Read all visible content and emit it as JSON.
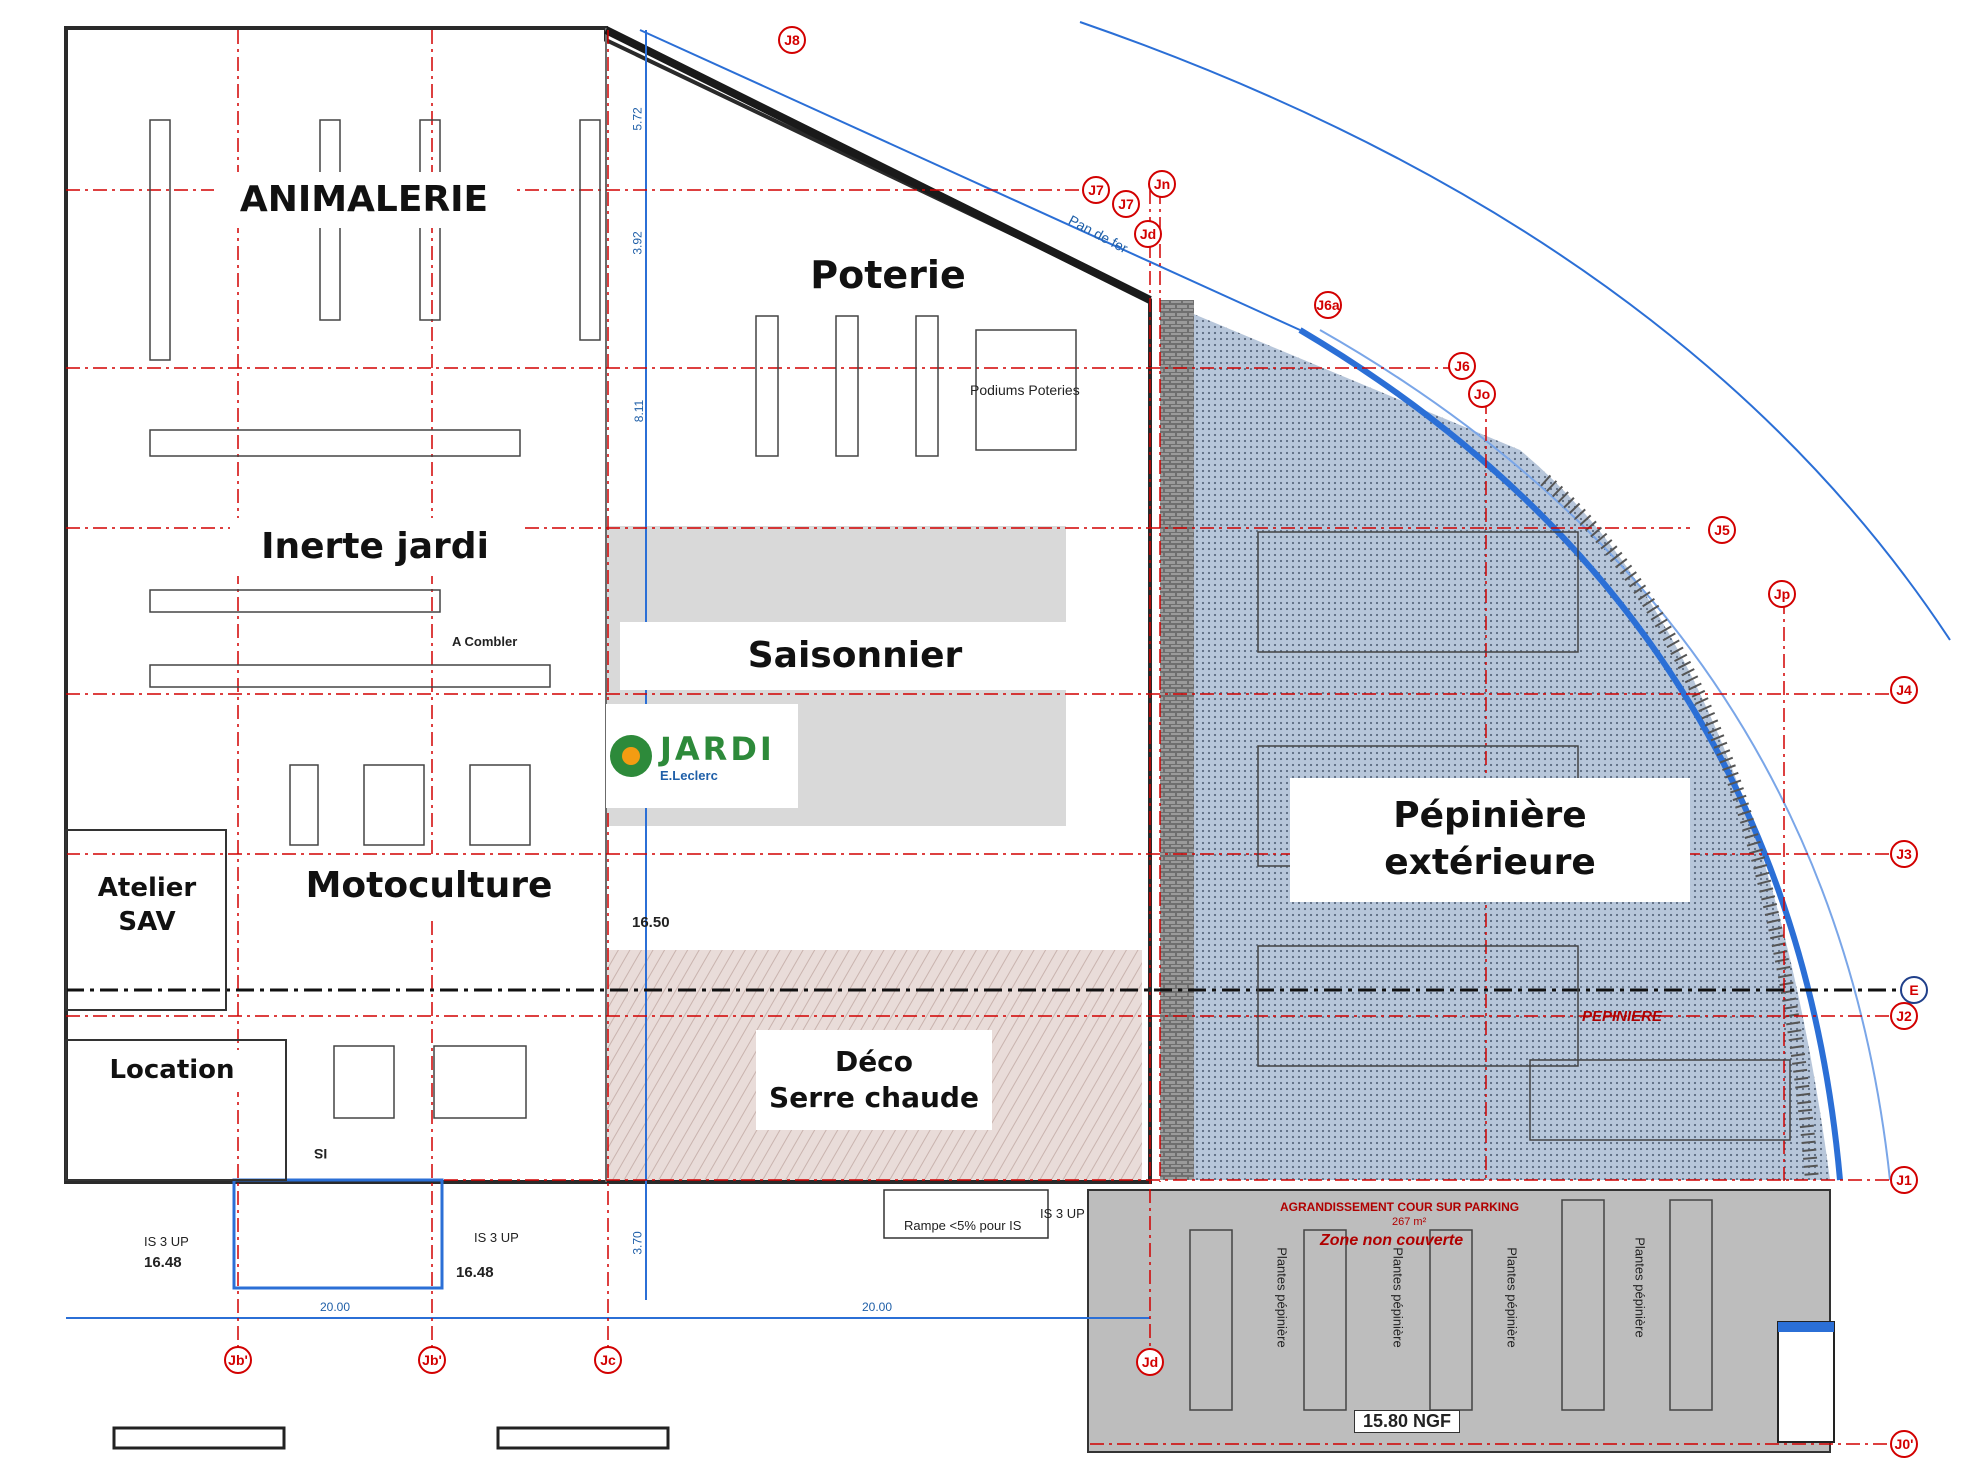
{
  "zones": [
    {
      "id": "animalerie",
      "label": "ANIMALERIE"
    },
    {
      "id": "poterie",
      "label": "Poterie"
    },
    {
      "id": "inerte",
      "label": "Inerte jardi"
    },
    {
      "id": "saisonnier",
      "label": "Saisonnier"
    },
    {
      "id": "motoculture",
      "label": "Motoculture"
    },
    {
      "id": "atelier",
      "label": "Atelier\nSAV"
    },
    {
      "id": "location",
      "label": "Location"
    },
    {
      "id": "deco",
      "label": "Déco\nSerre chaude"
    },
    {
      "id": "pepiniere",
      "label": "Pépinière\nextérieure"
    }
  ],
  "logo": {
    "brand": "JARDI",
    "sub": "E.Leclerc"
  },
  "annotations": {
    "podiums": "Podiums Poteries",
    "a_combler": "A Combler",
    "pan_de_fer": "Pan de fer",
    "agrandissement": "AGRANDISSEMENT COUR SUR PARKING",
    "surface": "267 m²",
    "zone_non_couverte": "Zone non couverte",
    "ngf": "15.80 NGF",
    "rampe": "Rampe <5% pour IS",
    "plantes": "Plantes pépinière",
    "pepiniere_tag": "PEPINIERE",
    "is_up": "IS 3 UP",
    "level_1648": "16.48",
    "level_1650": "16.50",
    "dim_2000": "20.00",
    "dim_370": "3.70",
    "dim_811": "8.11",
    "dim_392": "3.92",
    "dim_572": "5.72",
    "sens": "IS"
  },
  "grid_labels": {
    "top": [
      "J8"
    ],
    "right": [
      "J7",
      "J7",
      "Jn",
      "Jd",
      "J6a",
      "J6",
      "Jo",
      "J5",
      "Jp",
      "J4",
      "J3",
      "E",
      "J2",
      "J1",
      "J0'"
    ],
    "bottom": [
      "Jb'",
      "Jb'",
      "Jc",
      "Jd"
    ]
  },
  "colors": {
    "grid": "#d20000",
    "blue_line": "#2b6fd6",
    "nursery_fill": "#b7c6da",
    "parking_fill": "#bdbdbd",
    "deco_fill": "#e9dcd9",
    "saison_fill": "#d9d9d9",
    "wall": "#2a2a2a",
    "logo_green": "#2d8a3a"
  }
}
